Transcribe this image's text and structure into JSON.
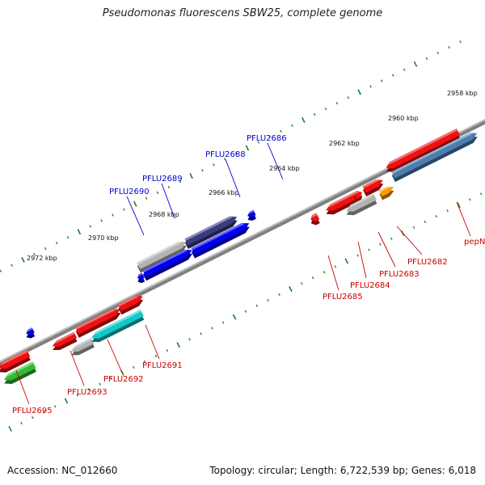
{
  "title": "Pseudomonas fluorescens SBW25, complete genome",
  "footer": {
    "accession": "Accession: NC_012660",
    "info": "Topology: circular; Length: 6,722,539 bp; Genes: 6,018"
  },
  "colors": {
    "backbone": "#7a7a7a",
    "tick": "#1a7f1a",
    "label_forward": "#0000cc",
    "label_reverse": "#cc0000",
    "red": "#ee1111",
    "gray": "#b3b3b3",
    "blue": "#0000ee",
    "navy": "#3a3a80",
    "cyan": "#10c8c8",
    "green": "#33bb33",
    "orange": "#ff9900",
    "steelblue": "#4a7fb0"
  },
  "scale_labels": [
    "2958 kbp",
    "2960 kbp",
    "2962 kbp",
    "2964 kbp",
    "2966 kbp",
    "2968 kbp",
    "2970 kbp",
    "2972 kbp"
  ],
  "gene_labels": [
    {
      "name": "PFLU2686",
      "strand": "forward"
    },
    {
      "name": "PFLU2688",
      "strand": "forward"
    },
    {
      "name": "PFLU2689",
      "strand": "forward"
    },
    {
      "name": "PFLU2690",
      "strand": "forward"
    },
    {
      "name": "pepN",
      "strand": "reverse"
    },
    {
      "name": "PFLU2682",
      "strand": "reverse"
    },
    {
      "name": "PFLU2683",
      "strand": "reverse"
    },
    {
      "name": "PFLU2684",
      "strand": "reverse"
    },
    {
      "name": "PFLU2685",
      "strand": "reverse"
    },
    {
      "name": "PFLU2691",
      "strand": "reverse"
    },
    {
      "name": "PFLU2692",
      "strand": "reverse"
    },
    {
      "name": "PFLU2693",
      "strand": "reverse"
    },
    {
      "name": "PFLU2695",
      "strand": "reverse"
    }
  ]
}
